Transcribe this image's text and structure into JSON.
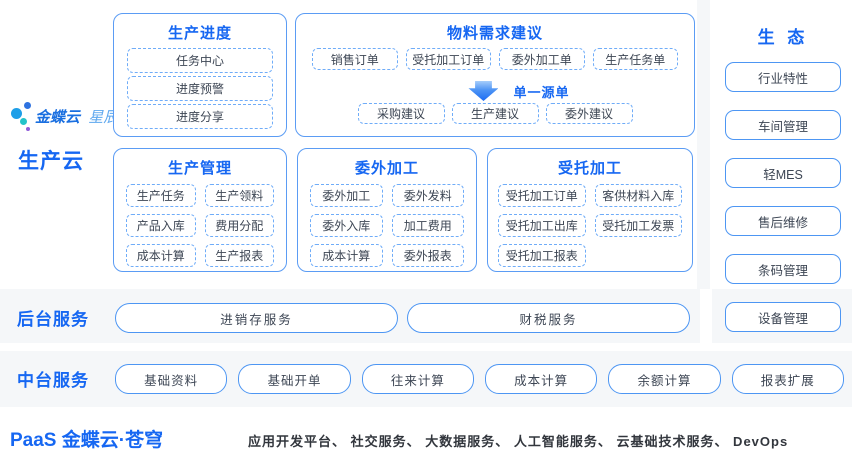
{
  "brand": {
    "logo_primary": "金蝶云",
    "logo_secondary": "星辰",
    "cloud_label": "生产云"
  },
  "boxes": {
    "progress": {
      "title": "生产进度",
      "items": [
        "任务中心",
        "进度预警",
        "进度分享"
      ]
    },
    "material": {
      "title": "物料需求建议",
      "sources": [
        "销售订单",
        "受托加工订单",
        "委外加工单",
        "生产任务单"
      ],
      "arrow_label": "单一源单",
      "suggestions": [
        "采购建议",
        "生产建议",
        "委外建议"
      ]
    },
    "production": {
      "title": "生产管理",
      "items": [
        "生产任务",
        "生产领料",
        "产品入库",
        "费用分配",
        "成本计算",
        "生产报表"
      ]
    },
    "outsourcing": {
      "title": "委外加工",
      "items": [
        "委外加工",
        "委外发料",
        "委外入库",
        "加工费用",
        "成本计算",
        "委外报表"
      ]
    },
    "consigned": {
      "title": "受托加工",
      "items": [
        "受托加工订单",
        "客供材料入库",
        "受托加工出库",
        "受托加工发票",
        "受托加工报表"
      ]
    }
  },
  "ecosystem": {
    "title": "生 态",
    "items": [
      "行业特性",
      "车间管理",
      "轻MES",
      "售后维修",
      "条码管理",
      "设备管理"
    ]
  },
  "backoffice": {
    "label": "后台服务",
    "services": [
      "进销存服务",
      "财税服务"
    ]
  },
  "midplatform": {
    "label": "中台服务",
    "services": [
      "基础资料",
      "基础开单",
      "往来计算",
      "成本计算",
      "余额计算",
      "报表扩展"
    ]
  },
  "paas": {
    "label": "PaaS 金蝶云·苍穹",
    "services": "应用开发平台、 社交服务、 大数据服务、 人工智能服务、 云基础技术服务、 DevOps"
  },
  "colors": {
    "primary_blue": "#1667F2",
    "box_border": "#5B9CF4",
    "dashed_border": "#6FACF8",
    "pill_border": "#4D96F3",
    "band_gray": "#F5F7F9"
  }
}
